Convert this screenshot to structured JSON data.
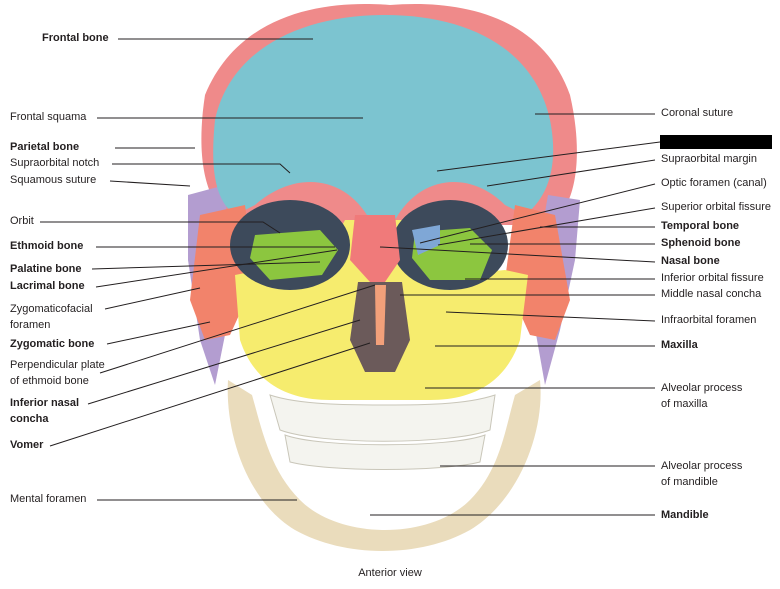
{
  "labels_left": [
    {
      "id": "frontal-bone",
      "text": "Frontal bone",
      "bold": true
    },
    {
      "id": "frontal-squama",
      "text": "Frontal squama",
      "bold": false
    },
    {
      "id": "parietal-bone",
      "text": "Parietal bone",
      "bold": true
    },
    {
      "id": "supraorbital-notch",
      "text": "Supraorbital notch",
      "bold": false
    },
    {
      "id": "squamous-suture",
      "text": "Squamous suture",
      "bold": false
    },
    {
      "id": "orbit",
      "text": "Orbit",
      "bold": false
    },
    {
      "id": "ethmoid-bone",
      "text": "Ethmoid bone",
      "bold": true
    },
    {
      "id": "palatine-bone",
      "text": "Palatine bone",
      "bold": true
    },
    {
      "id": "lacrimal-bone",
      "text": "Lacrimal bone",
      "bold": true
    },
    {
      "id": "zygomaticofacial-foramen-1",
      "text": "Zygomaticofacial",
      "bold": false
    },
    {
      "id": "zygomaticofacial-foramen-2",
      "text": "foramen",
      "bold": false
    },
    {
      "id": "zygomatic-bone",
      "text": "Zygomatic bone",
      "bold": true
    },
    {
      "id": "perpendicular-plate-1",
      "text": "Perpendicular plate",
      "bold": false
    },
    {
      "id": "perpendicular-plate-2",
      "text": "of ethmoid bone",
      "bold": false
    },
    {
      "id": "inferior-nasal-concha-1",
      "text": "Inferior nasal",
      "bold": true
    },
    {
      "id": "inferior-nasal-concha-2",
      "text": "concha",
      "bold": true
    },
    {
      "id": "vomer",
      "text": "Vomer",
      "bold": true
    },
    {
      "id": "mental-foramen",
      "text": "Mental foramen",
      "bold": false
    }
  ],
  "labels_right": [
    {
      "id": "coronal-suture",
      "text": "Coronal suture",
      "bold": false
    },
    {
      "id": "supraorbital-margin",
      "text": "Supraorbital margin",
      "bold": false
    },
    {
      "id": "optic-foramen",
      "text": "Optic foramen (canal)",
      "bold": false
    },
    {
      "id": "superior-orbital-fissure",
      "text": "Superior orbital fissure",
      "bold": false
    },
    {
      "id": "temporal-bone",
      "text": "Temporal bone",
      "bold": true
    },
    {
      "id": "sphenoid-bone",
      "text": "Sphenoid bone",
      "bold": true
    },
    {
      "id": "nasal-bone",
      "text": "Nasal bone",
      "bold": true
    },
    {
      "id": "inferior-orbital-fissure",
      "text": "Inferior orbital fissure",
      "bold": false
    },
    {
      "id": "middle-nasal-concha",
      "text": "Middle nasal concha",
      "bold": false
    },
    {
      "id": "infraorbital-foramen",
      "text": "Infraorbital foramen",
      "bold": false
    },
    {
      "id": "maxilla",
      "text": "Maxilla",
      "bold": true
    },
    {
      "id": "alveolar-maxilla-1",
      "text": "Alveolar process",
      "bold": false
    },
    {
      "id": "alveolar-maxilla-2",
      "text": "of maxilla",
      "bold": false
    },
    {
      "id": "alveolar-mandible-1",
      "text": "Alveolar process",
      "bold": false
    },
    {
      "id": "alveolar-mandible-2",
      "text": "of mandible",
      "bold": false
    },
    {
      "id": "mandible",
      "text": "Mandible",
      "bold": true
    }
  ],
  "caption": "Anterior view",
  "colors": {
    "frontal": "#7cc4d0",
    "parietal": "#ef8a8a",
    "temporal": "#b39dd0",
    "zygomatic": "#f2836b",
    "maxilla": "#f6ec6e",
    "mandible": "#eadcbc",
    "nasal": "#f07a7a",
    "ethmoid": "#8cc63f",
    "sphenoid": "#7fa7d6",
    "teeth": "#f4f4ef",
    "leader": "#231f20",
    "redaction": "#000000"
  }
}
